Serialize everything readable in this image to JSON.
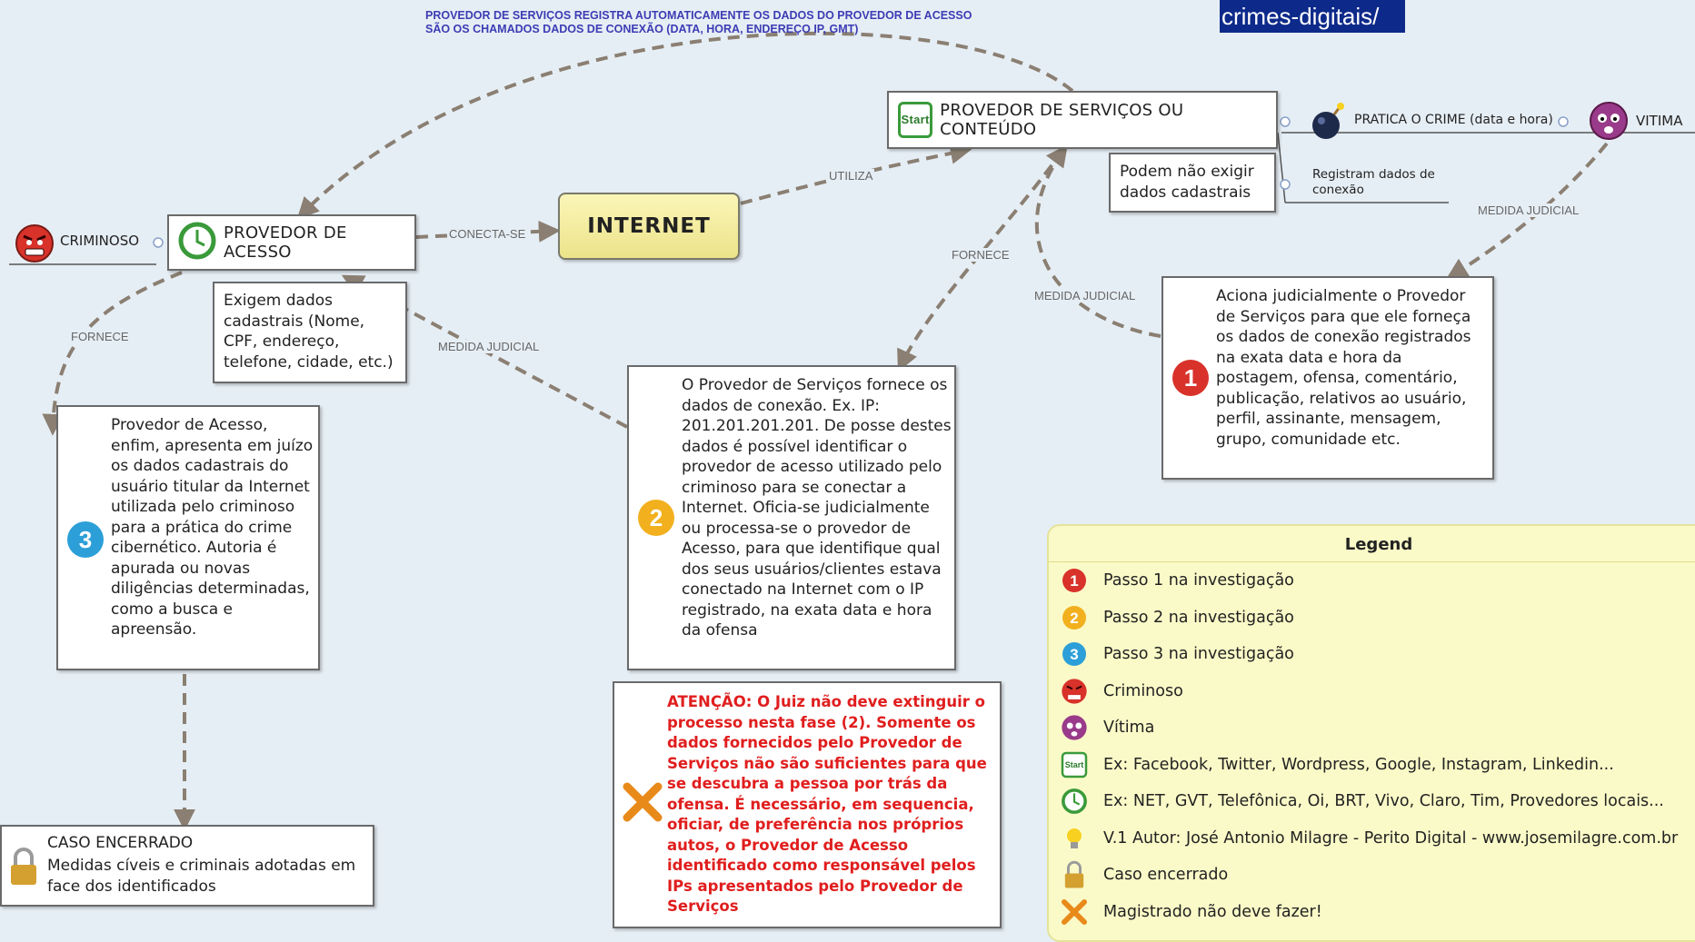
{
  "top_note": {
    "line1": "PROVEDOR DE SERVIÇOS REGISTRA AUTOMATICAMENTE OS DADOS DO PROVEDOR DE ACESSO",
    "line2": "SÃO OS CHAMADOS DADOS DE CONEXÃO (DATA, HORA, ENDEREÇO IP, GMT)"
  },
  "url_tag": "crimes-digitais/",
  "nodes": {
    "criminoso": "CRIMINOSO",
    "provedor_acesso": "PROVEDOR DE ACESSO",
    "internet": "INTERNET",
    "provedor_servicos": "PROVEDOR DE SERVIÇOS OU CONTEÚDO",
    "pratica_crime": "PRATICA O CRIME (data e hora)",
    "vitima": "VITIMA",
    "exigem_dados": "Exigem dados cadastrais (Nome, CPF, endereço, telefone, cidade, etc.)",
    "podem_nao_exigir": "Podem não exigir dados cadastrais",
    "registram_dados": "Registram dados de conexão",
    "step1": "Aciona judicialmente o Provedor de Serviços para que ele forneça os dados de conexão registrados na exata data e hora da postagem, ofensa, comentário, publicação, relativos ao usuário, perfil, assinante, mensagem, grupo, comunidade etc.",
    "step2": "O Provedor de Serviços fornece os dados de conexão. Ex. IP: 201.201.201.201. De posse destes dados é possível identificar o provedor de acesso utilizado pelo criminoso para se conectar a Internet. Oficia-se judicialmente ou processa-se o provedor de Acesso, para que identifique  qual dos seus usuários/clientes estava conectado na Internet com o IP registrado, na exata data e hora da ofensa",
    "step3": "Provedor de Acesso, enfim, apresenta em juízo os dados cadastrais do usuário titular da Internet utilizada pelo criminoso para a prática do crime cibernético. Autoria é apurada ou novas diligências determinadas, como a busca e apreensão.",
    "caso_title": "CASO ENCERRADO",
    "caso_text": "Medidas cíveis e criminais adotadas em face dos identificados",
    "atencao": "ATENÇÃO: O Juiz não deve extinguir o processo nesta fase (2). Somente os dados fornecidos pelo Provedor de Serviços não são suficientes para que se descubra a pessoa por trás da ofensa. É necessário, em sequencia, oficiar, de preferência nos próprios autos, o Provedor de Acesso identificado como responsável pelos IPs apresentados pelo Provedor de Serviços"
  },
  "edge_labels": {
    "conecta_se": "CONECTA-SE",
    "utiliza": "UTILIZA",
    "fornece_left": "FORNECE",
    "fornece_mid": "FORNECE",
    "medida_judicial_left": "MEDIDA JUDICIAL",
    "medida_judicial_mid": "MEDIDA JUDICIAL",
    "medida_judicial_right": "MEDIDA JUDICIAL"
  },
  "start_icon_text": "Start",
  "badges": {
    "one": "1",
    "two": "2",
    "three": "3"
  },
  "legend": {
    "title": "Legend",
    "items": [
      {
        "icon": "step-1-icon",
        "text": "Passo 1 na investigação"
      },
      {
        "icon": "step-2-icon",
        "text": "Passo 2 na investigação"
      },
      {
        "icon": "step-3-icon",
        "text": "Passo 3 na investigação"
      },
      {
        "icon": "angry-face-icon",
        "text": "Criminoso"
      },
      {
        "icon": "sad-face-icon",
        "text": "Vítima"
      },
      {
        "icon": "start-icon",
        "text": "Ex: Facebook, Twitter, Wordpress, Google, Instagram, Linkedin..."
      },
      {
        "icon": "clock-icon",
        "text": "Ex: NET, GVT, Telefônica, Oi, BRT, Vivo, Claro, Tim, Provedores locais..."
      },
      {
        "icon": "lightbulb-icon",
        "text": "V.1 Autor: José Antonio Milagre - Perito Digital - www.josemilagre.com.br"
      },
      {
        "icon": "padlock-icon",
        "text": "Caso encerrado"
      },
      {
        "icon": "x-mark-icon",
        "text": "Magistrado não deve fazer!"
      }
    ]
  },
  "colors": {
    "background": "#e6eef5",
    "edge": "#8a7f72",
    "attention_text": "#e01e1e",
    "badge_red": "#d8322a",
    "badge_orange": "#f2b01e",
    "badge_blue": "#2c9fd8",
    "legend_bg": "#fafac8"
  }
}
